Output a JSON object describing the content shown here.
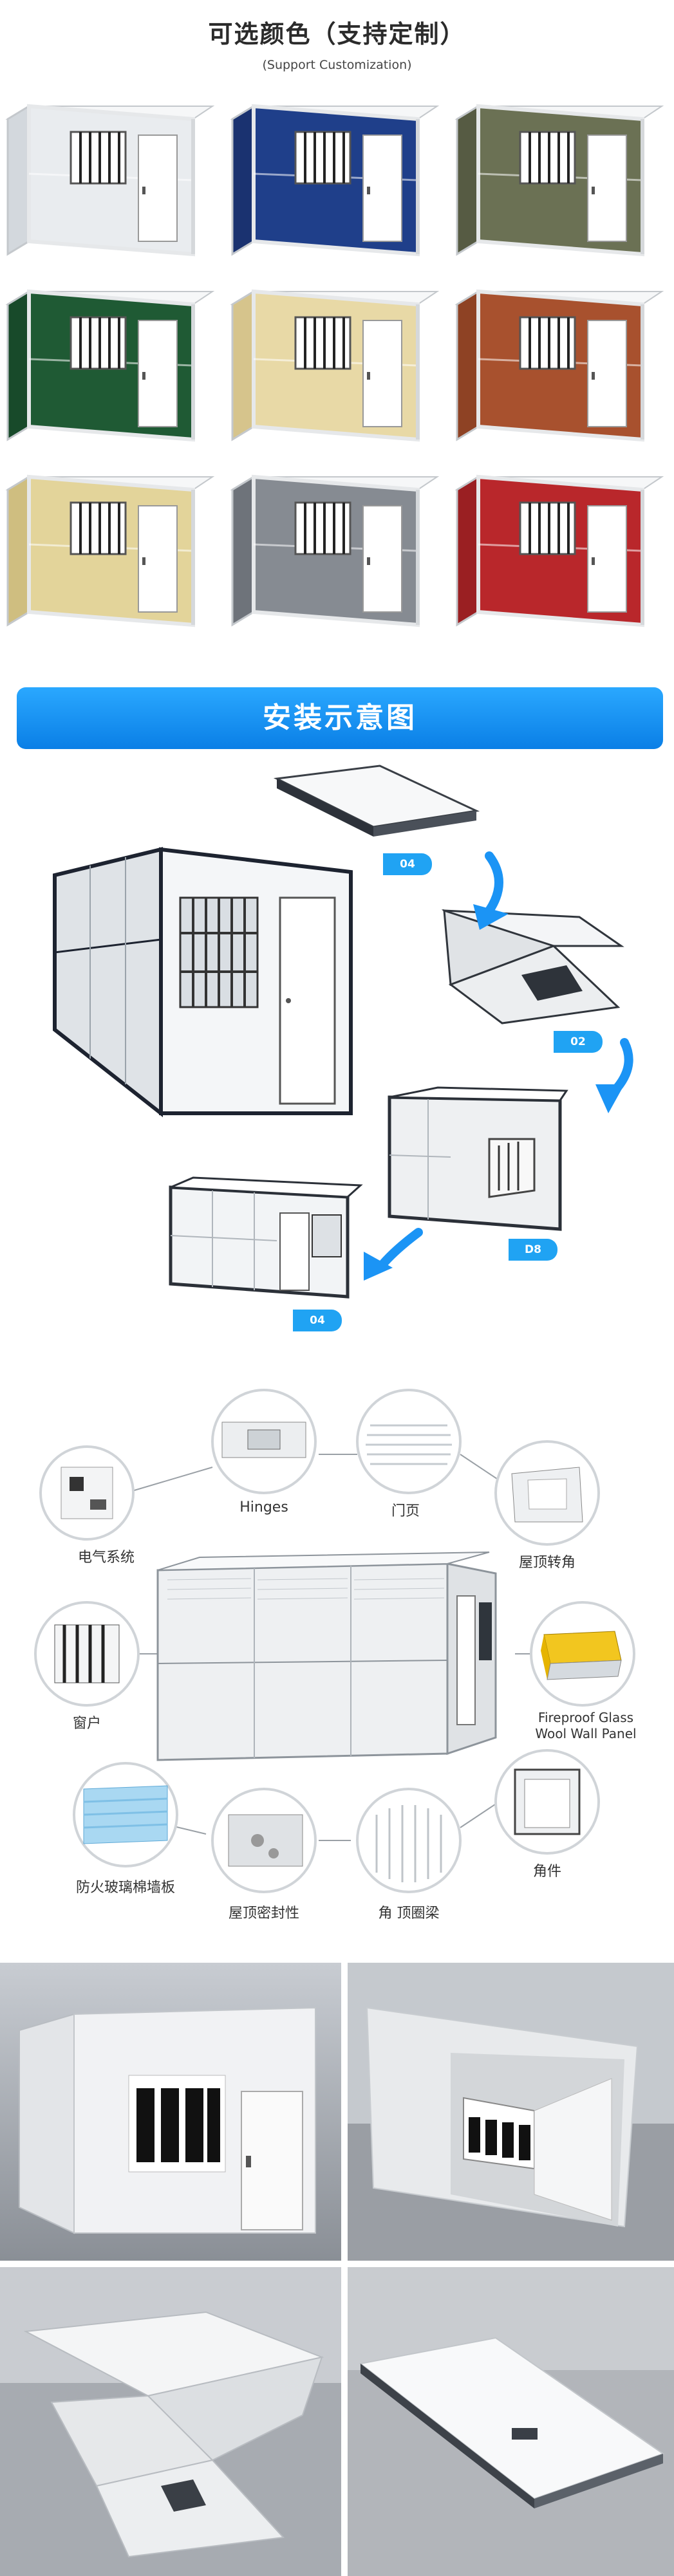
{
  "colors_section": {
    "title": "可选颜色（支持定制）",
    "subtitle": "(Support Customization)",
    "swatches": [
      {
        "front": "#e9ecef",
        "side": "#d3d8dd"
      },
      {
        "front": "#1f3f8a",
        "side": "#1a3270"
      },
      {
        "front": "#6b7154",
        "side": "#565b43"
      },
      {
        "front": "#1f5a34",
        "side": "#184a2a"
      },
      {
        "front": "#e8d9a6",
        "side": "#d6c48c"
      },
      {
        "front": "#a8512e",
        "side": "#8e4224"
      },
      {
        "front": "#e3d49a",
        "side": "#cfbe80"
      },
      {
        "front": "#868b92",
        "side": "#6e737a"
      },
      {
        "front": "#b9272b",
        "side": "#9a1f22"
      }
    ]
  },
  "install_section": {
    "title": "安装示意图",
    "accent": "#1b94f5",
    "steps": [
      "04",
      "02",
      "D8",
      "04"
    ]
  },
  "parts_section": {
    "labels": {
      "electrical": "电气系统",
      "hinges": "Hinges",
      "door_leaf": "门页",
      "roof_corner": "屋顶转角",
      "window": "窗户",
      "fireproof_1": "Fireproof Glass",
      "fireproof_2": "Wool Wall Panel",
      "fire_panel": "防火玻璃棉墙板",
      "roof_seal": "屋顶密封性",
      "roof_beam": "角 顶圈梁",
      "corner_piece": "角件"
    }
  }
}
